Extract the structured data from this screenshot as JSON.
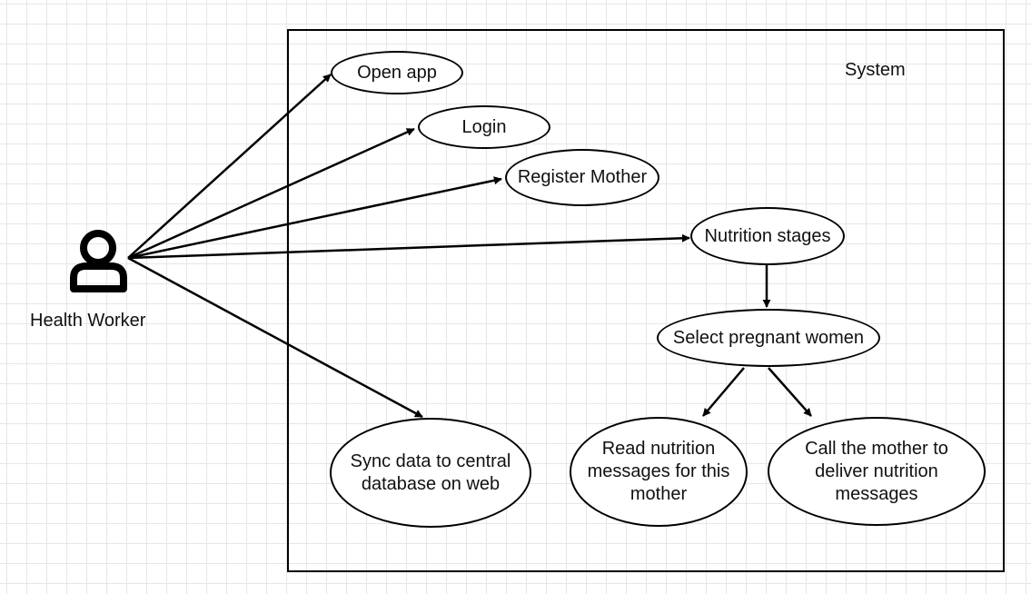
{
  "diagram": {
    "system_label": "System",
    "actor": {
      "label": "Health Worker",
      "icon": "person-icon"
    },
    "use_cases": [
      {
        "id": "open-app",
        "label": "Open app"
      },
      {
        "id": "login",
        "label": "Login"
      },
      {
        "id": "register-mother",
        "label": "Register Mother"
      },
      {
        "id": "nutrition-stages",
        "label": "Nutrition stages"
      },
      {
        "id": "select-pregnant-women",
        "label": "Select pregnant women"
      },
      {
        "id": "read-nutrition-messages",
        "label": "Read nutrition\nmessages for this\nmother"
      },
      {
        "id": "call-mother",
        "label": "Call the mother to\ndeliver nutrition\nmessages"
      },
      {
        "id": "sync-data",
        "label": "Sync data to central\ndatabase on web"
      }
    ],
    "relations": [
      {
        "from": "health-worker",
        "to": "open-app"
      },
      {
        "from": "health-worker",
        "to": "login"
      },
      {
        "from": "health-worker",
        "to": "register-mother"
      },
      {
        "from": "health-worker",
        "to": "nutrition-stages"
      },
      {
        "from": "health-worker",
        "to": "sync-data"
      },
      {
        "from": "nutrition-stages",
        "to": "select-pregnant-women"
      },
      {
        "from": "select-pregnant-women",
        "to": "read-nutrition-messages"
      },
      {
        "from": "select-pregnant-women",
        "to": "call-mother"
      }
    ]
  }
}
